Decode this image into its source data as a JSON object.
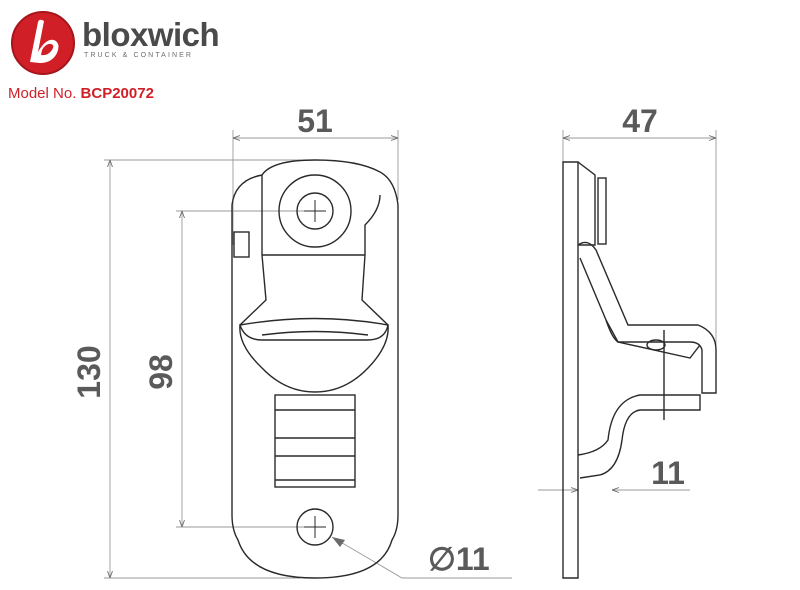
{
  "brand": {
    "name": "bloxwich",
    "tagline": "TRUCK & CONTAINER",
    "logo_color": "#d01f27"
  },
  "model": {
    "label": "Model No.",
    "number": "BCP20072"
  },
  "dimensions": {
    "width": "51",
    "depth": "47",
    "height": "130",
    "hole_spacing": "98",
    "offset": "11",
    "hole_diameter": "∅11"
  },
  "colors": {
    "line": "#2a2a2a",
    "dimension_text": "#5a5a5a",
    "accent": "#d01f27"
  }
}
